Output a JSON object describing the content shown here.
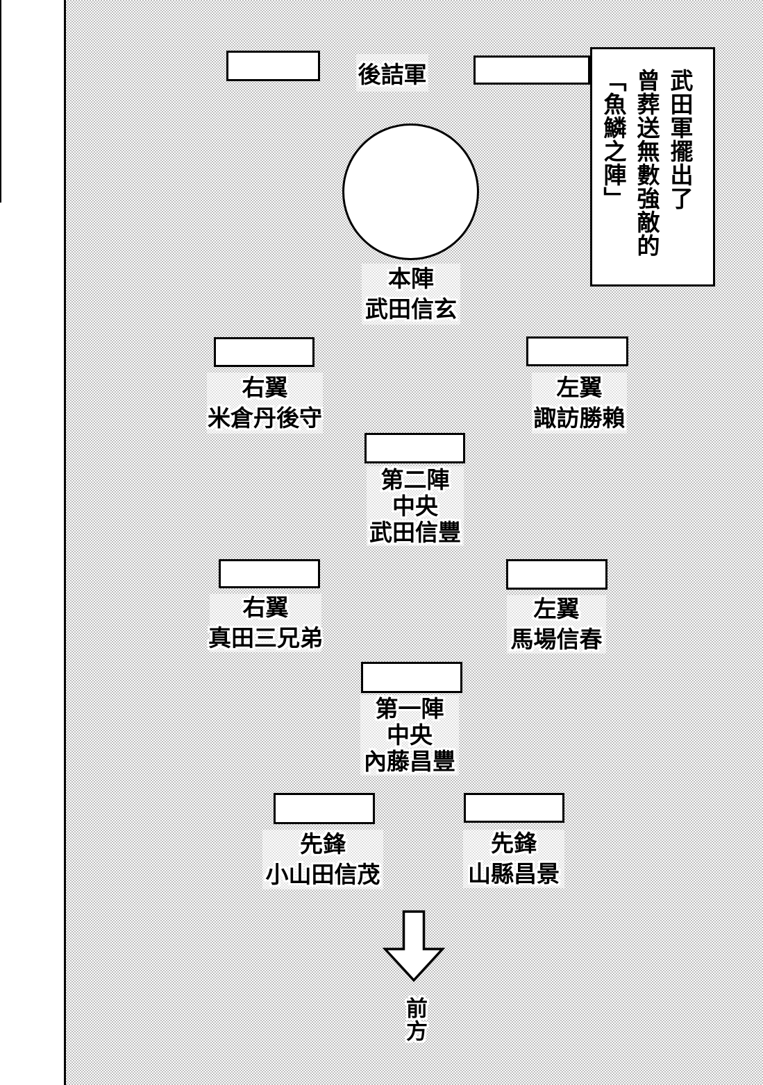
{
  "colors": {
    "ink": "#000000",
    "paper": "#ffffff",
    "halftone_dot": "#bdbdbd"
  },
  "caption": {
    "text": "武田軍擺出了\n曾葬送無數強敵的\n「魚鱗之陣」"
  },
  "formation": {
    "rear_guard_label": "後詰軍",
    "main_camp": {
      "role": "本陣",
      "name": "武田信玄"
    },
    "second_line": {
      "right_wing": {
        "role": "右翼",
        "name": "米倉丹後守"
      },
      "left_wing": {
        "role": "左翼",
        "name": "諏訪勝賴"
      },
      "center": {
        "role": "第二陣",
        "position": "中央",
        "name": "武田信豐"
      }
    },
    "first_line": {
      "right_wing": {
        "role": "右翼",
        "name": "真田三兄弟"
      },
      "left_wing": {
        "role": "左翼",
        "name": "馬場信春"
      },
      "center": {
        "role": "第一陣",
        "position": "中央",
        "name": "內藤昌豐"
      }
    },
    "vanguard": {
      "right": {
        "role": "先鋒",
        "name": "小山田信茂"
      },
      "left": {
        "role": "先鋒",
        "name": "山縣昌景"
      }
    },
    "front_label": "前方"
  }
}
